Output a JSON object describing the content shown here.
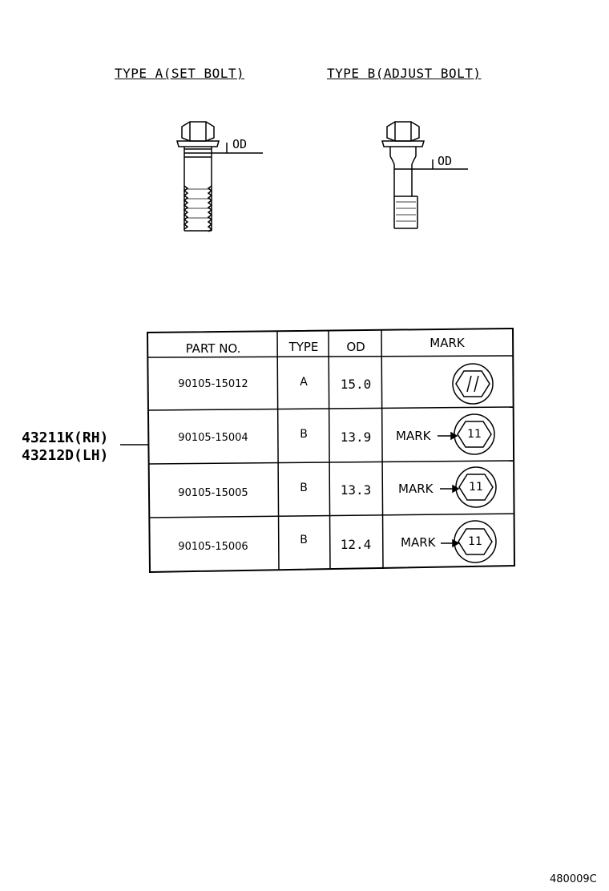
{
  "types": {
    "type_a_title": "TYPE A(SET BOLT)",
    "type_b_title": "TYPE B(ADJUST BOLT)",
    "od_label": "OD"
  },
  "assembly": {
    "rh": "43211K(RH)",
    "lh": "43212D(LH)"
  },
  "table": {
    "headers": [
      "PART NO.",
      "TYPE",
      "OD",
      "MARK"
    ],
    "rows": [
      {
        "part_no": "90105-15012",
        "type": "A",
        "od": "15.0",
        "mark_label": "",
        "mark_symbol": "//"
      },
      {
        "part_no": "90105-15004",
        "type": "B",
        "od": "13.9",
        "mark_label": "MARK",
        "mark_symbol": "11"
      },
      {
        "part_no": "90105-15005",
        "type": "B",
        "od": "13.3",
        "mark_label": "MARK",
        "mark_symbol": "11"
      },
      {
        "part_no": "90105-15006",
        "type": "B",
        "od": "12.4",
        "mark_label": "MARK",
        "mark_symbol": "11"
      }
    ]
  },
  "footer": {
    "code": "480009C"
  }
}
